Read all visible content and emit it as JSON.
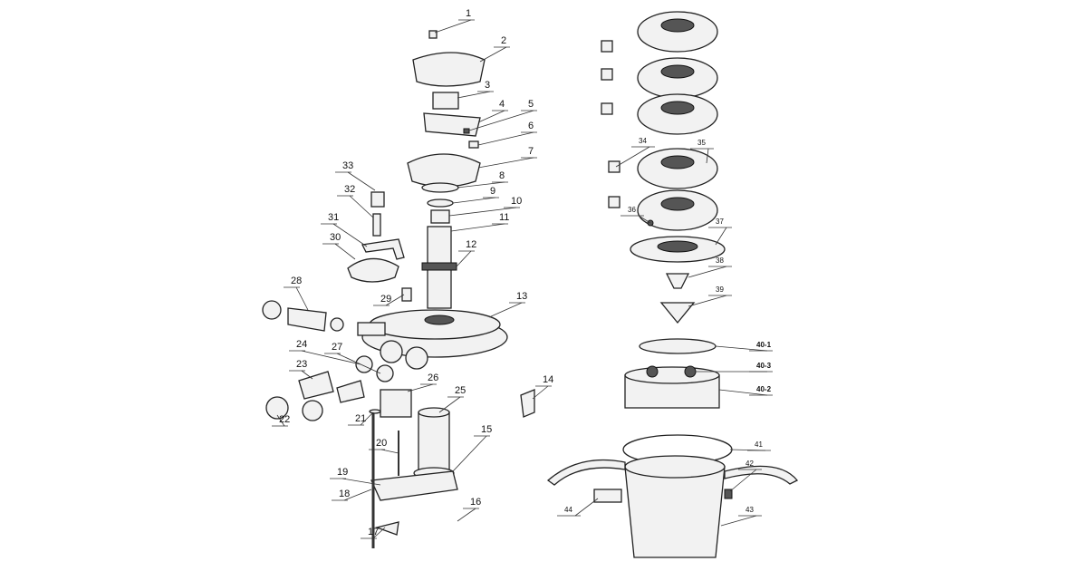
{
  "diagram": {
    "left_labels": [
      "1",
      "2",
      "3",
      "4",
      "5",
      "6",
      "7",
      "8",
      "9",
      "10",
      "11",
      "12",
      "13",
      "14",
      "15",
      "16",
      "17",
      "18",
      "19",
      "20",
      "21",
      "22",
      "23",
      "24",
      "25",
      "26",
      "27",
      "28",
      "29",
      "30",
      "31",
      "32",
      "33"
    ],
    "right_labels": [
      "34",
      "35",
      "36",
      "37",
      "38",
      "39",
      "40-1",
      "40-3",
      "40-2",
      "41",
      "42",
      "43",
      "44"
    ]
  }
}
